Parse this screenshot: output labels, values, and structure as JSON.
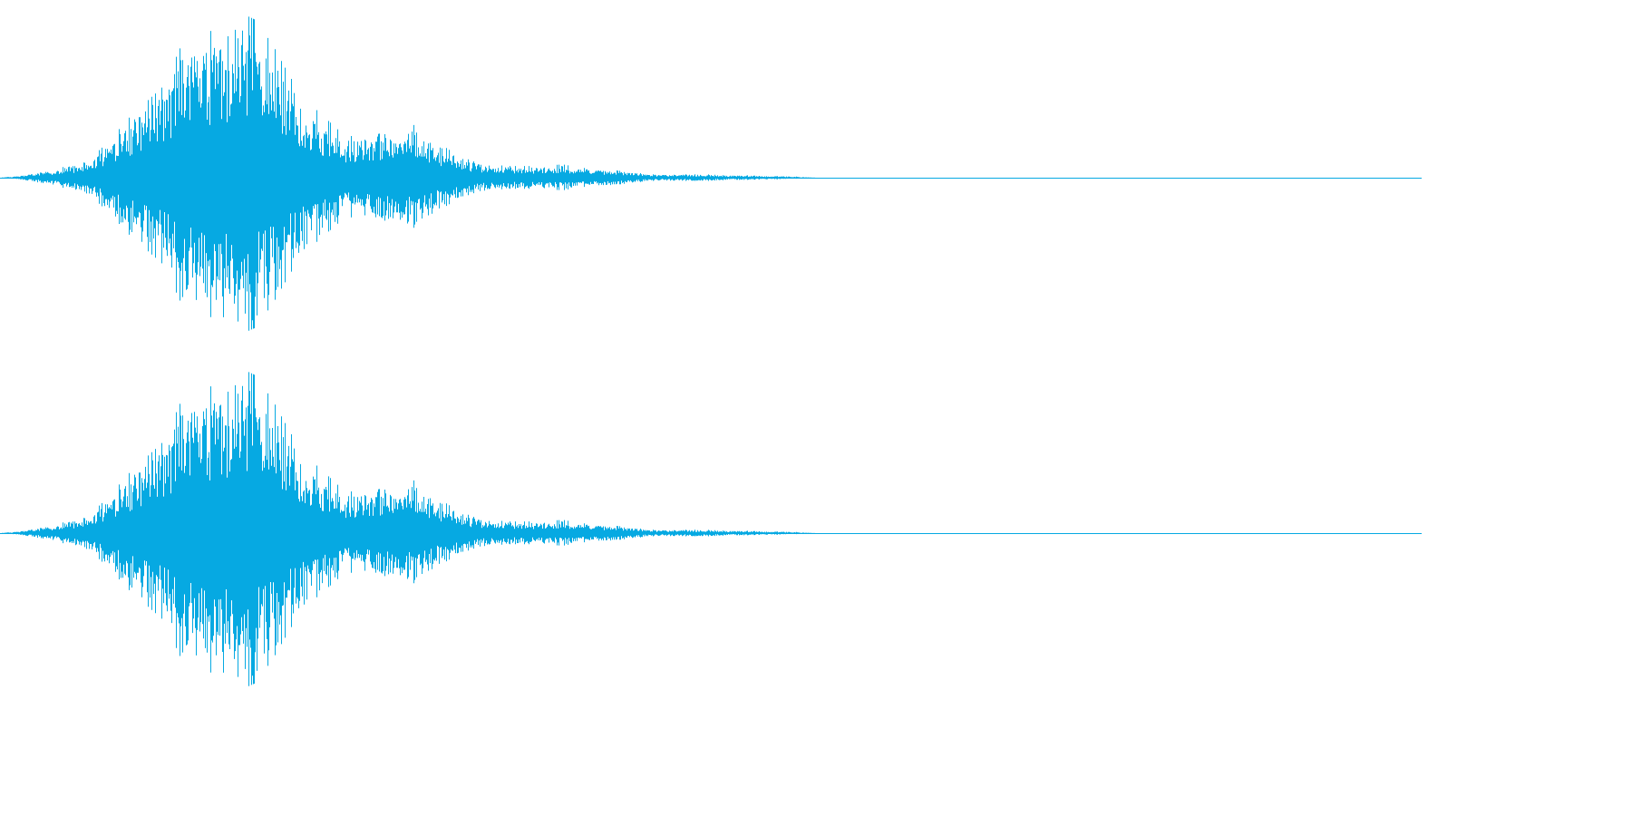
{
  "chart_data": {
    "type": "area",
    "x": [
      0,
      20,
      40,
      60,
      80,
      100,
      120,
      140,
      160,
      180,
      200,
      220,
      240,
      260,
      280,
      300,
      320,
      340,
      360,
      380,
      400,
      420,
      440,
      460,
      480,
      500,
      520,
      540,
      560,
      580,
      600,
      620,
      640,
      660,
      680,
      700,
      720,
      740,
      760,
      780,
      800,
      820,
      840,
      860,
      880,
      900,
      1000,
      1100,
      1200,
      1300,
      1400,
      1500,
      1568
    ],
    "xlim": [
      0,
      1568
    ],
    "ylim": [
      -1,
      1
    ],
    "color": "#06a9e2",
    "series": [
      {
        "channel": 1,
        "values": [
          0.0,
          0.01,
          0.03,
          0.05,
          0.08,
          0.12,
          0.22,
          0.35,
          0.45,
          0.55,
          0.8,
          0.85,
          0.9,
          1.0,
          0.95,
          0.8,
          0.6,
          0.45,
          0.35,
          0.25,
          0.25,
          0.3,
          0.3,
          0.32,
          0.22,
          0.15,
          0.1,
          0.08,
          0.07,
          0.07,
          0.07,
          0.08,
          0.06,
          0.05,
          0.05,
          0.03,
          0.02,
          0.02,
          0.02,
          0.02,
          0.015,
          0.015,
          0.01,
          0.01,
          0.006,
          0.0,
          0.0,
          0.0,
          0.0,
          0.0,
          0.0,
          0.0,
          0.0
        ]
      },
      {
        "channel": 2,
        "values": [
          0.0,
          0.01,
          0.03,
          0.05,
          0.08,
          0.12,
          0.22,
          0.35,
          0.45,
          0.55,
          0.8,
          0.85,
          0.9,
          1.0,
          0.95,
          0.8,
          0.6,
          0.45,
          0.35,
          0.25,
          0.25,
          0.3,
          0.3,
          0.32,
          0.22,
          0.15,
          0.1,
          0.08,
          0.07,
          0.07,
          0.07,
          0.08,
          0.06,
          0.05,
          0.05,
          0.03,
          0.02,
          0.02,
          0.02,
          0.02,
          0.015,
          0.015,
          0.01,
          0.01,
          0.006,
          0.0,
          0.0,
          0.0,
          0.0,
          0.0,
          0.0,
          0.0,
          0.0
        ]
      }
    ],
    "grid": false,
    "legend": "none"
  }
}
